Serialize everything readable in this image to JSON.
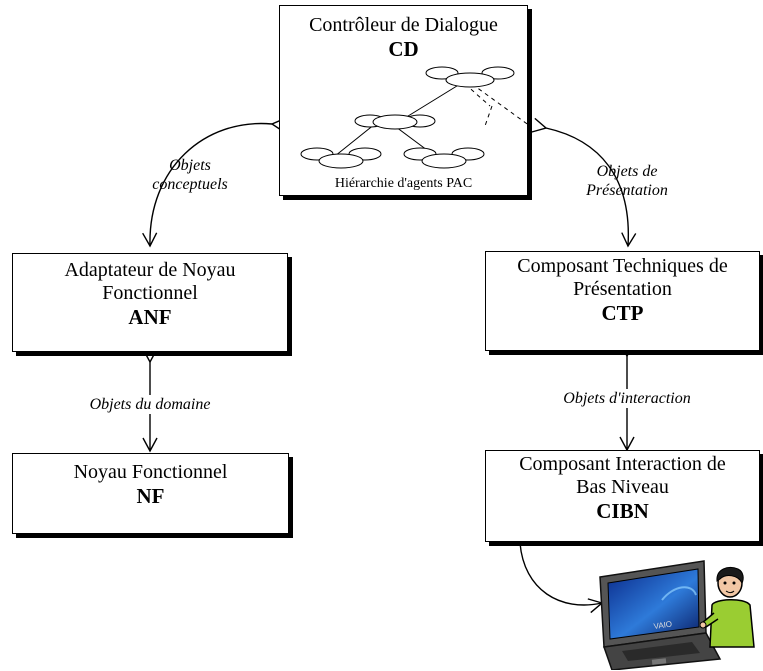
{
  "controller": {
    "title": "Contrôleur de Dialogue",
    "abbr": "CD",
    "hierarchy_label": "Hiérarchie d'agents PAC"
  },
  "anf": {
    "title_line1": "Adaptateur de Noyau",
    "title_line2": "Fonctionnel",
    "abbr": "ANF"
  },
  "nf": {
    "title": "Noyau Fonctionnel",
    "abbr": "NF"
  },
  "ctp": {
    "title_line1": "Composant Techniques de",
    "title_line2": "Présentation",
    "abbr": "CTP"
  },
  "cibn": {
    "title_line1": "Composant Interaction de",
    "title_line2": "Bas Niveau",
    "abbr": "CIBN"
  },
  "labels": {
    "conceptual_line1": "Objets",
    "conceptual_line2": "conceptuels",
    "presentation_line1": "Objets de",
    "presentation_line2": "Présentation",
    "domain": "Objets du domaine",
    "interaction": "Objets d'interaction"
  },
  "laptop": {
    "brand": "VAIO"
  }
}
